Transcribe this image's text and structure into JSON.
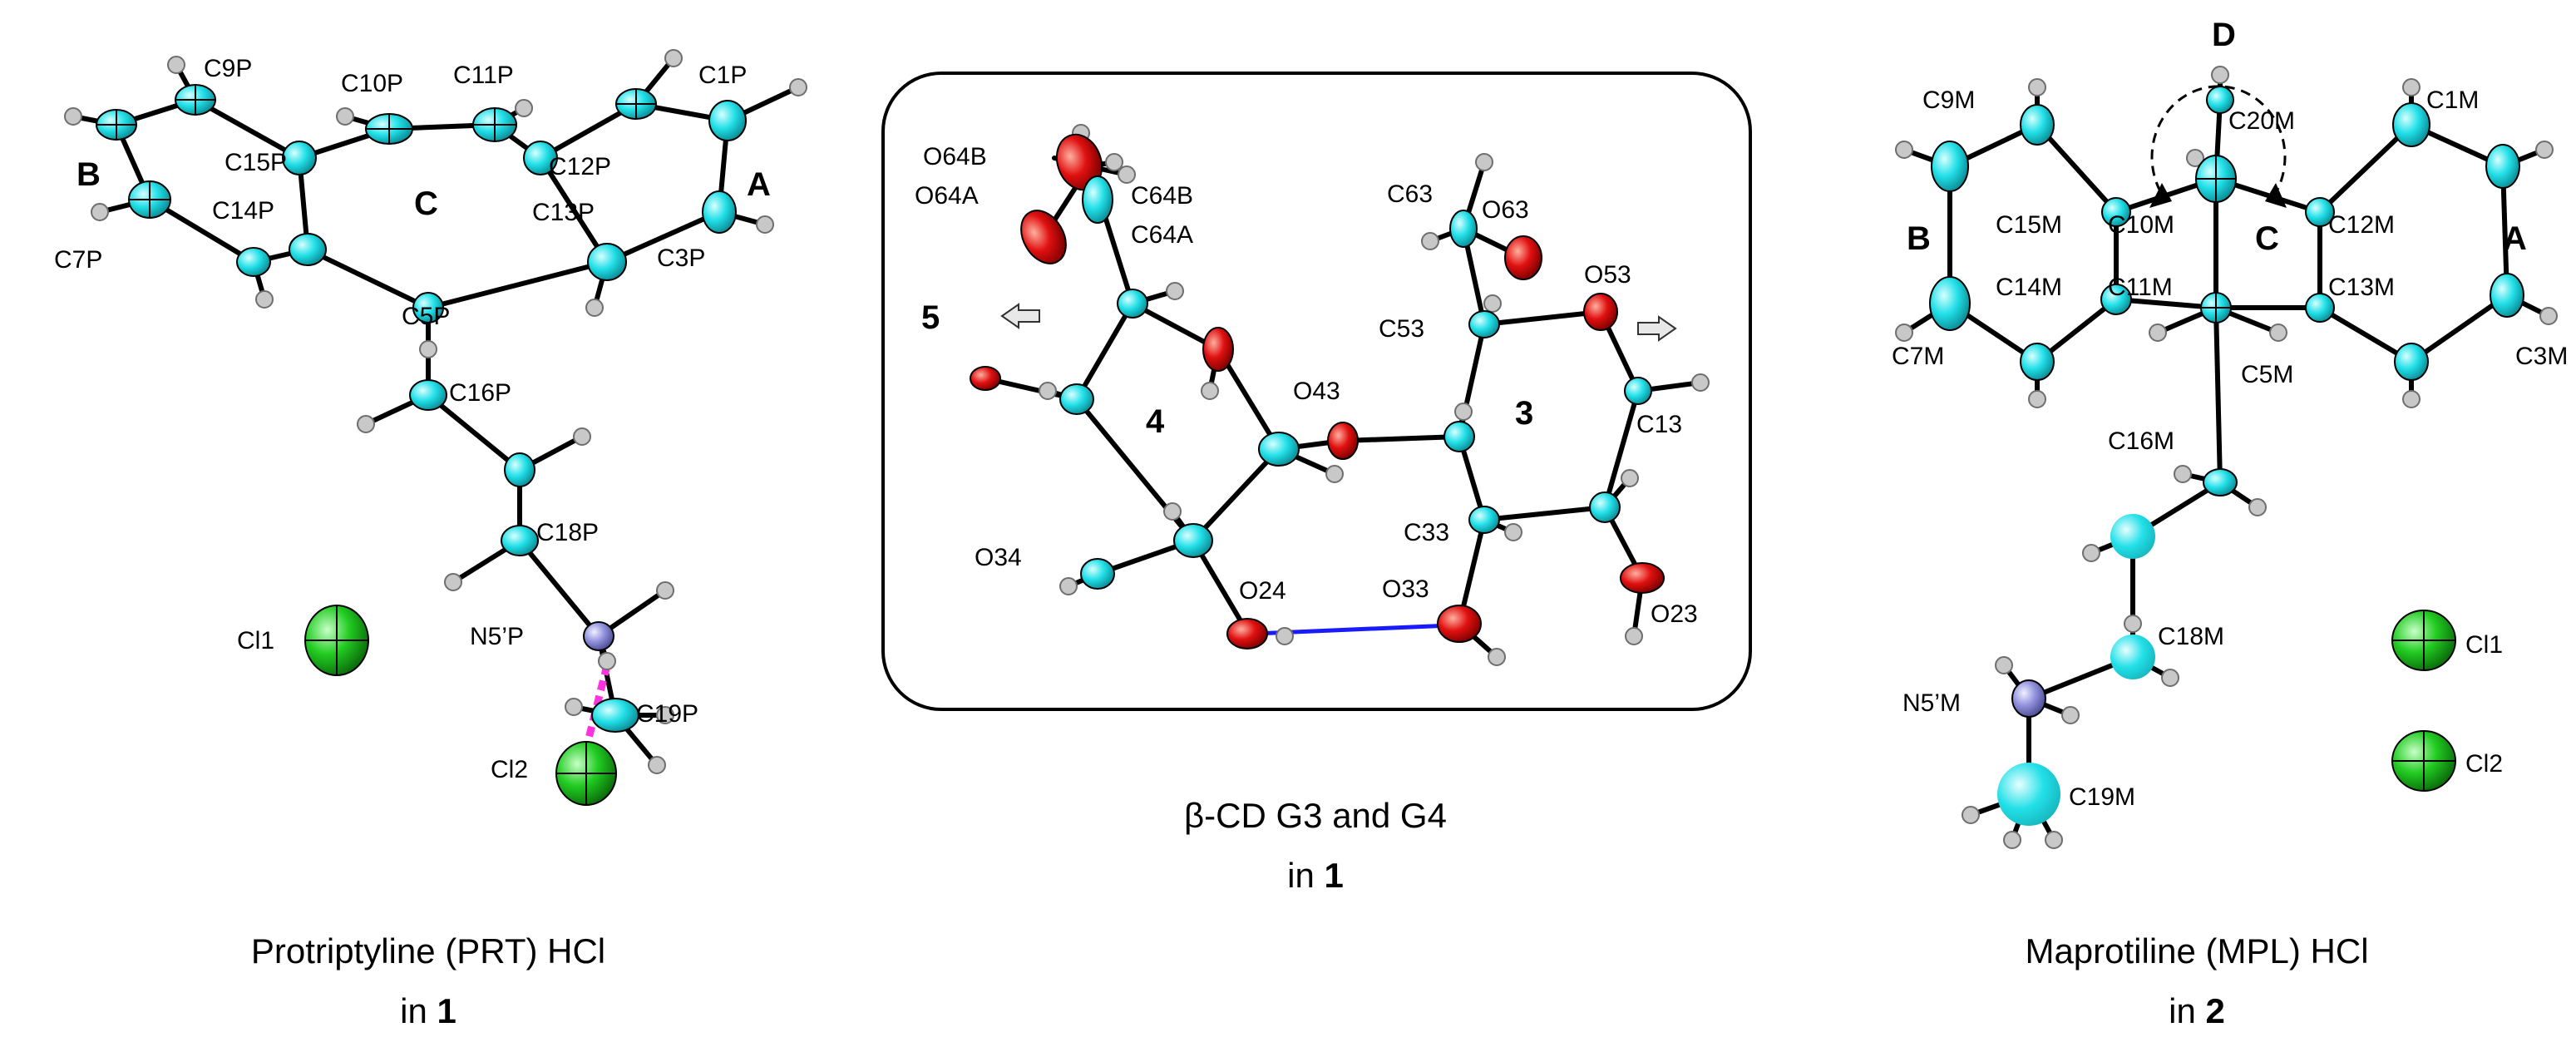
{
  "panels": {
    "left": {
      "caption_line1": "Protriptyline (PRT) HCl",
      "caption_line2_prefix": "in ",
      "caption_line2_num": "1",
      "ring_labels": [
        "A",
        "B",
        "C"
      ],
      "atoms": [
        "C9P",
        "C10P",
        "C11P",
        "C1P",
        "C15P",
        "C12P",
        "C14P",
        "C13P",
        "C7P",
        "C3P",
        "C5P",
        "C16P",
        "C18P",
        "N5’P",
        "Cl1",
        "C19P",
        "Cl2"
      ]
    },
    "middle": {
      "caption_line1": "β-CD G3 and G4",
      "caption_line2_prefix": "in ",
      "caption_line2_num": "1",
      "ring_labels": [
        "5",
        "4",
        "3"
      ],
      "atoms": [
        "O64B",
        "O64A",
        "C64B",
        "C64A",
        "C63",
        "O63",
        "O53",
        "C53",
        "O43",
        "C13",
        "C33",
        "O34",
        "O24",
        "O33",
        "O23"
      ]
    },
    "right": {
      "caption_line1": "Maprotiline (MPL) HCl",
      "caption_line2_prefix": "in ",
      "caption_line2_num": "2",
      "ring_labels": [
        "D",
        "B",
        "C",
        "A"
      ],
      "atoms": [
        "C9M",
        "C20M",
        "C1M",
        "C15M",
        "C10M",
        "C12M",
        "C14M",
        "C11M",
        "C13M",
        "C7M",
        "C5M",
        "C3M",
        "C16M",
        "C18M",
        "N5’M",
        "C19M",
        "Cl1",
        "Cl2"
      ]
    }
  },
  "colors": {
    "carbon": "#22e0e8",
    "oxygen": "#e01010",
    "nitrogen": "#9090dd",
    "chlorine": "#22cc22",
    "hydrogen": "#c8c8c8",
    "bond": "#000000",
    "h_bond": "#1a1aff",
    "contact": "#ff33dd"
  }
}
